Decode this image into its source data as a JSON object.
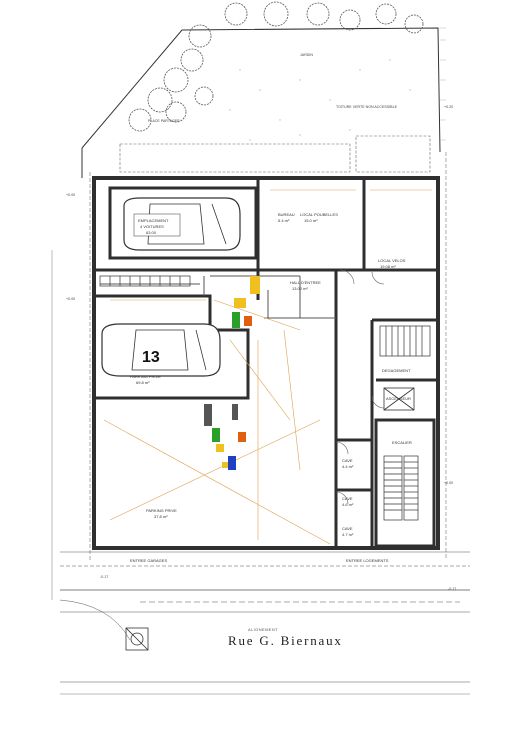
{
  "street": {
    "name": "Rue G. Biernaux",
    "label": "ALIGNEMENT"
  },
  "spaces": {
    "parking_a": {
      "title": "EMPLACEMENT",
      "subtitle": "4 VOITURES",
      "area": "63.00"
    },
    "parking_b": {
      "number": "13",
      "title": "PARKING PRIVE",
      "area": "69.8 m²"
    },
    "garage": {
      "title": "PARKING PRIVE",
      "area": "37.8 m²"
    }
  },
  "rooms": [
    {
      "id": "bureau",
      "name": "BUREAU",
      "area": "5.4 m²"
    },
    {
      "id": "hall",
      "name": "HALL D'ENTREE",
      "area": "13.00 m²"
    },
    {
      "id": "local_velos",
      "name": "LOCAL VELOS",
      "area": "19.08 m²"
    },
    {
      "id": "local_poub",
      "name": "LOCAL POUBELLES",
      "area": "15.0 m²"
    },
    {
      "id": "cave1",
      "name": "CAVE",
      "area": "4.4 m²"
    },
    {
      "id": "cave2",
      "name": "CAVE",
      "area": "4.6 m²"
    },
    {
      "id": "cave3",
      "name": "CAVE",
      "area": "4.7 m²"
    },
    {
      "id": "degagement",
      "name": "DEGAGEMENT",
      "area": ""
    },
    {
      "id": "ascenseur",
      "name": "ASCENSEUR",
      "area": ""
    },
    {
      "id": "escalier",
      "name": "ESCALIER",
      "area": ""
    }
  ],
  "garden_notes": {
    "top": "JARDIN",
    "left": "PLACE PARTAGEE",
    "right": "TOITURE VERTE NON ACCESSIBLE"
  },
  "entries": {
    "cars": "ENTREE GARAGES",
    "pedestrians": "ENTREE LOGEMENTS"
  },
  "levels": [
    "+0.00",
    "+0.00",
    "+0.00",
    "-0.17",
    "-0.17",
    "+0.20"
  ],
  "colors": {
    "wall": "#2f2f2f",
    "dim_orange": "#e0a050",
    "tree": "#555555",
    "meter_yellow": "#f0c020",
    "meter_green": "#2aa02a",
    "meter_orange": "#e06010",
    "meter_blue": "#2040c0"
  }
}
